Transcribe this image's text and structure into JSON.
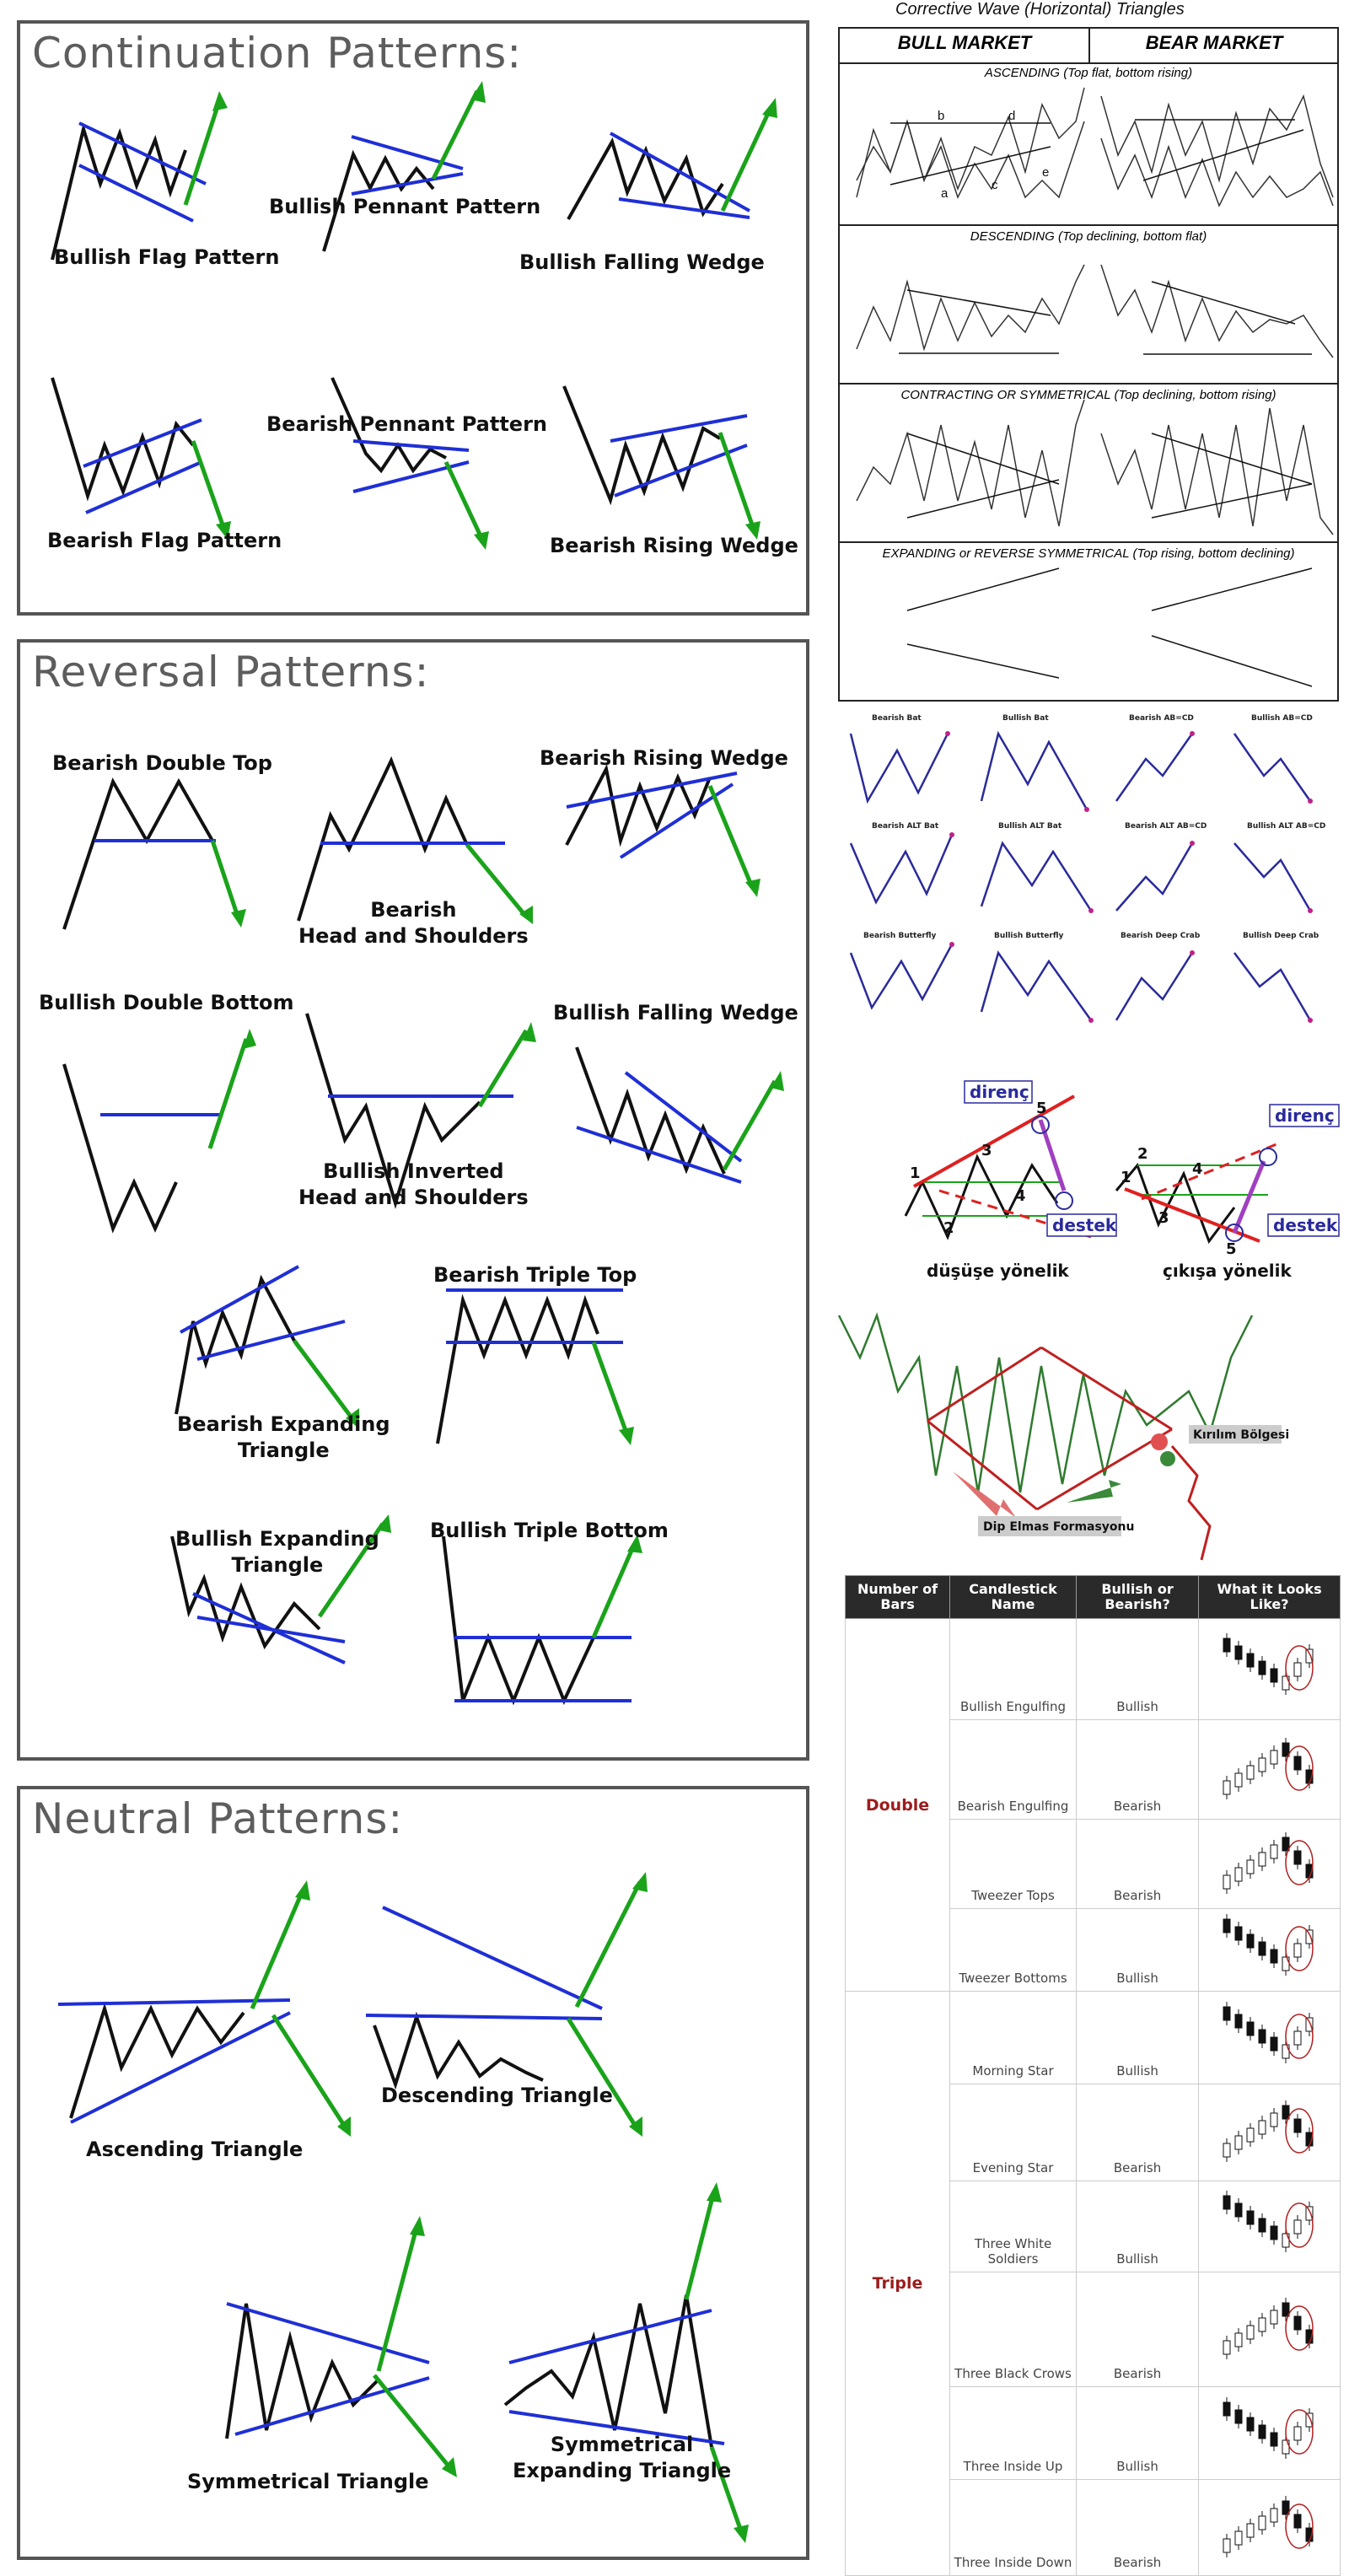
{
  "continuation": {
    "title": "Continuation Patterns:",
    "labels": {
      "bullish_flag": "Bullish Flag Pattern",
      "bullish_pennant": "Bullish Pennant Pattern",
      "bullish_falling_wedge": "Bullish Falling Wedge",
      "bearish_flag": "Bearish Flag Pattern",
      "bearish_pennant": "Bearish Pennant Pattern",
      "bearish_rising_wedge": "Bearish Rising Wedge"
    }
  },
  "reversal": {
    "title": "Reversal Patterns:",
    "labels": {
      "bearish_double_top": "Bearish Double Top",
      "bearish_hs": "Bearish\nHead and Shoulders",
      "bearish_rising_wedge": "Bearish Rising Wedge",
      "bullish_double_bottom": "Bullish Double Bottom",
      "bullish_inv_hs": "Bullish Inverted\nHead and Shoulders",
      "bullish_falling_wedge": "Bullish Falling Wedge",
      "bearish_expanding": "Bearish Expanding\nTriangle",
      "bearish_triple_top": "Bearish Triple Top",
      "bullish_expanding": "Bullish Expanding\nTriangle",
      "bullish_triple_bottom": "Bullish Triple Bottom"
    }
  },
  "neutral": {
    "title": "Neutral Patterns:",
    "labels": {
      "ascending": "Ascending Triangle",
      "descending": "Descending Triangle",
      "symmetrical": "Symmetrical Triangle",
      "sym_expanding": "Symmetrical\nExpanding Triangle"
    }
  },
  "elliott": {
    "title": "Corrective Wave (Horizontal) Triangles",
    "bull": "BULL MARKET",
    "bear": "BEAR MARKET",
    "rows": [
      "ASCENDING (Top flat, bottom rising)",
      "DESCENDING (Top declining, bottom flat)",
      "CONTRACTING OR SYMMETRICAL (Top declining, bottom rising)",
      "EXPANDING or REVERSE SYMMETRICAL (Top rising, bottom declining)"
    ],
    "wave_labels": [
      "a",
      "b",
      "c",
      "d",
      "e"
    ]
  },
  "harmonics": [
    "Bearish Bat",
    "Bullish Bat",
    "Bearish AB=CD",
    "Bullish AB=CD",
    "Bearish ALT Bat",
    "Bullish ALT Bat",
    "Bearish ALT AB=CD",
    "Bullish ALT AB=CD",
    "Bearish Butterfly",
    "Bullish Butterfly",
    "Bearish Deep Crab",
    "Bullish Deep Crab"
  ],
  "turkish": {
    "direnc": "direnç",
    "destek": "destek",
    "left_caption": "düşüşe yönelik",
    "right_caption": "çıkışa yönelik",
    "points": [
      "1",
      "2",
      "3",
      "4",
      "5"
    ]
  },
  "diamond": {
    "breakout": "Kırılım Bölgesi",
    "name": "Dip Elmas Formasyonu"
  },
  "candles": {
    "headers": [
      "Number of Bars",
      "Candlestick Name",
      "Bullish or Bearish?",
      "What it Looks Like?"
    ],
    "groups": [
      {
        "name": "Double",
        "rows": [
          {
            "name": "Bullish Engulfing",
            "bias": "Bullish"
          },
          {
            "name": "Bearish Engulfing",
            "bias": "Bearish"
          },
          {
            "name": "Tweezer Tops",
            "bias": "Bearish"
          },
          {
            "name": "Tweezer Bottoms",
            "bias": "Bullish"
          }
        ]
      },
      {
        "name": "Triple",
        "rows": [
          {
            "name": "Morning Star",
            "bias": "Bullish"
          },
          {
            "name": "Evening Star",
            "bias": "Bearish"
          },
          {
            "name": "Three White Soldiers",
            "bias": "Bullish"
          },
          {
            "name": "Three Black Crows",
            "bias": "Bearish"
          },
          {
            "name": "Three Inside Up",
            "bias": "Bullish"
          },
          {
            "name": "Three Inside Down",
            "bias": "Bearish"
          }
        ]
      }
    ]
  },
  "colors": {
    "trend": "#1f2fd6",
    "breakout": "#1aa31a",
    "line": "#111111",
    "resist": "#e02020"
  }
}
